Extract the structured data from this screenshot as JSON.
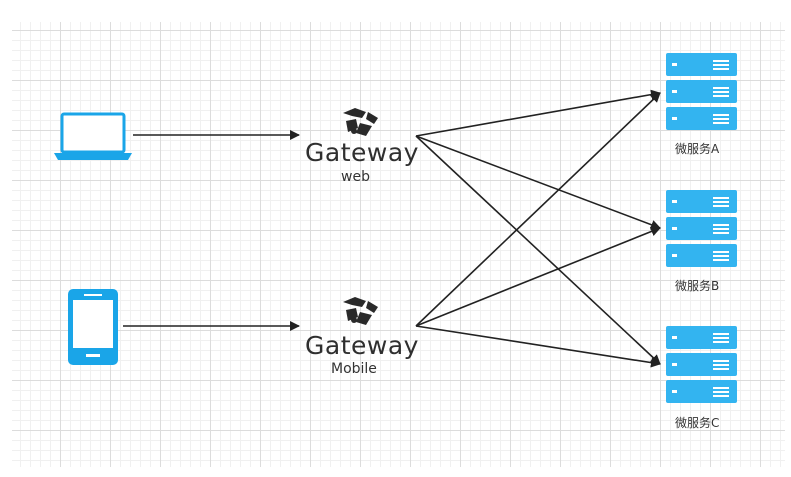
{
  "gateways": [
    {
      "name": "Gateway",
      "channel": "web"
    },
    {
      "name": "Gateway",
      "channel": "Mobile"
    }
  ],
  "clients": [
    {
      "icon": "laptop-icon"
    },
    {
      "icon": "phone-icon"
    }
  ],
  "services": [
    {
      "label": "微服务A",
      "icon": "server-stack-icon"
    },
    {
      "label": "微服务B",
      "icon": "server-stack-icon"
    },
    {
      "label": "微服务C",
      "icon": "server-stack-icon"
    }
  ],
  "colors": {
    "device_blue": "#1aa5e8",
    "server_blue": "#33b4f0",
    "arrow": "#222222",
    "logo": "#2a2a2a"
  }
}
